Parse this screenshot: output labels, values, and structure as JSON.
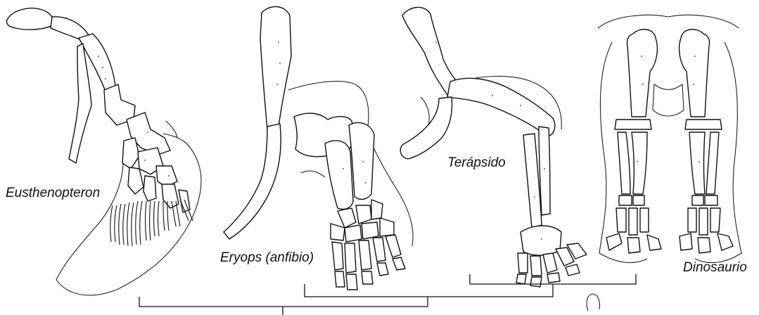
{
  "figure": {
    "labels": {
      "eusthenopteron": "Eusthenopteron",
      "eryops": "Eryops (anfibio)",
      "terapsido": "Terápsido",
      "dinosaurio": "Dinosaurio"
    }
  }
}
